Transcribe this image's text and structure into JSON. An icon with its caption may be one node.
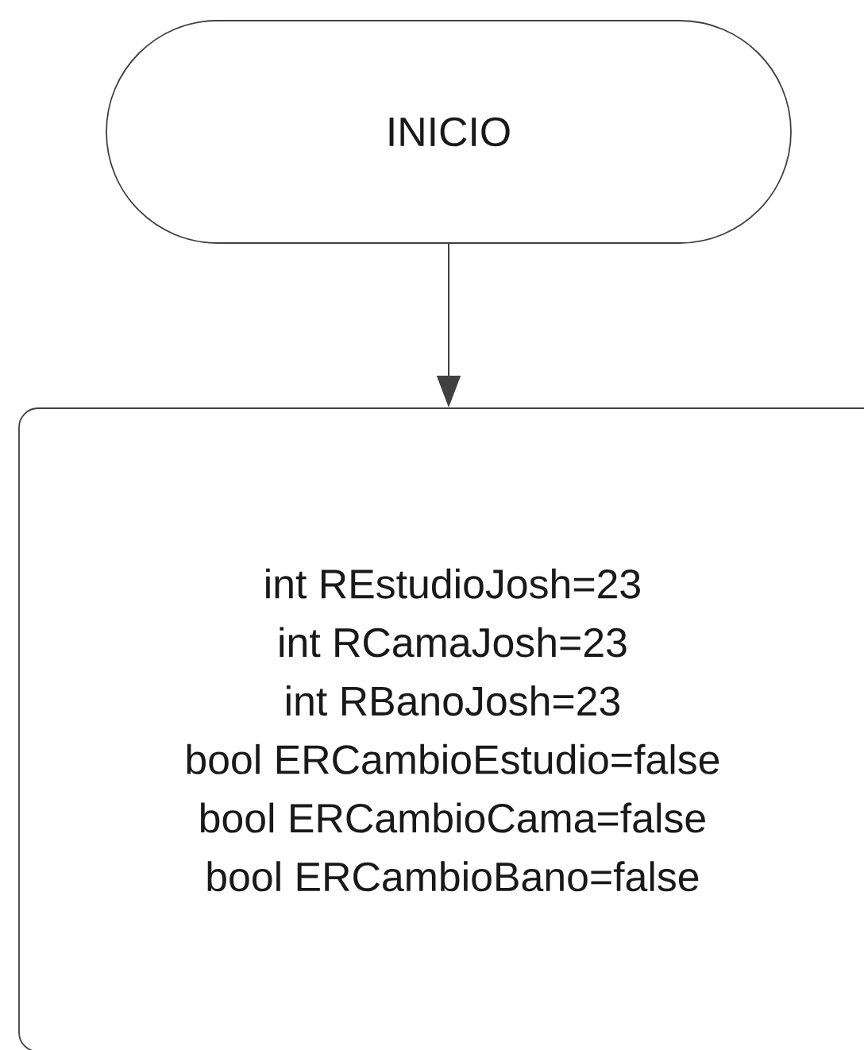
{
  "diagram": {
    "nodes": [
      {
        "text": [
          "INICIO"
        ]
      },
      {
        "text": [
          "int REstudioJosh=23",
          "int RCamaJosh=23",
          "int RBanoJosh=23",
          "bool ERCambioEstudio=false",
          "bool ERCambioCama=false",
          "bool ERCambioBano=false"
        ]
      }
    ],
    "edges": [
      {
        "from": 0,
        "to": 1,
        "arrow": "to"
      }
    ]
  }
}
